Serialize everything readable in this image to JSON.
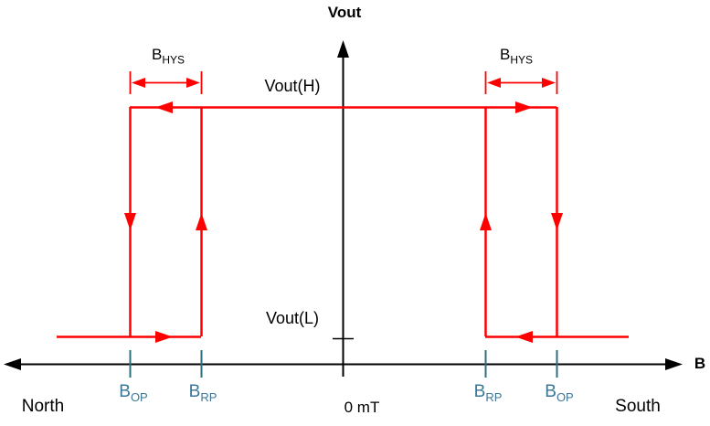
{
  "colors": {
    "curve": "#ff0000",
    "axis": "#000000",
    "threshold_tick": "#2e6f80",
    "threshold_label": "#3a7697",
    "background": "#ffffff",
    "text": "#000000"
  },
  "axes": {
    "y_label": "Vout",
    "x_label": "B",
    "origin_label": "0 mT",
    "left_region": "North",
    "right_region": "South"
  },
  "levels": {
    "high": "Vout(H)",
    "low": "Vout(L)"
  },
  "hysteresis_span": {
    "main": "B",
    "sub": "HYS"
  },
  "thresholds": {
    "left_outer": {
      "main": "B",
      "sub": "OP"
    },
    "left_inner": {
      "main": "B",
      "sub": "RP"
    },
    "right_inner": {
      "main": "B",
      "sub": "RP"
    },
    "right_outer": {
      "main": "B",
      "sub": "OP"
    }
  }
}
